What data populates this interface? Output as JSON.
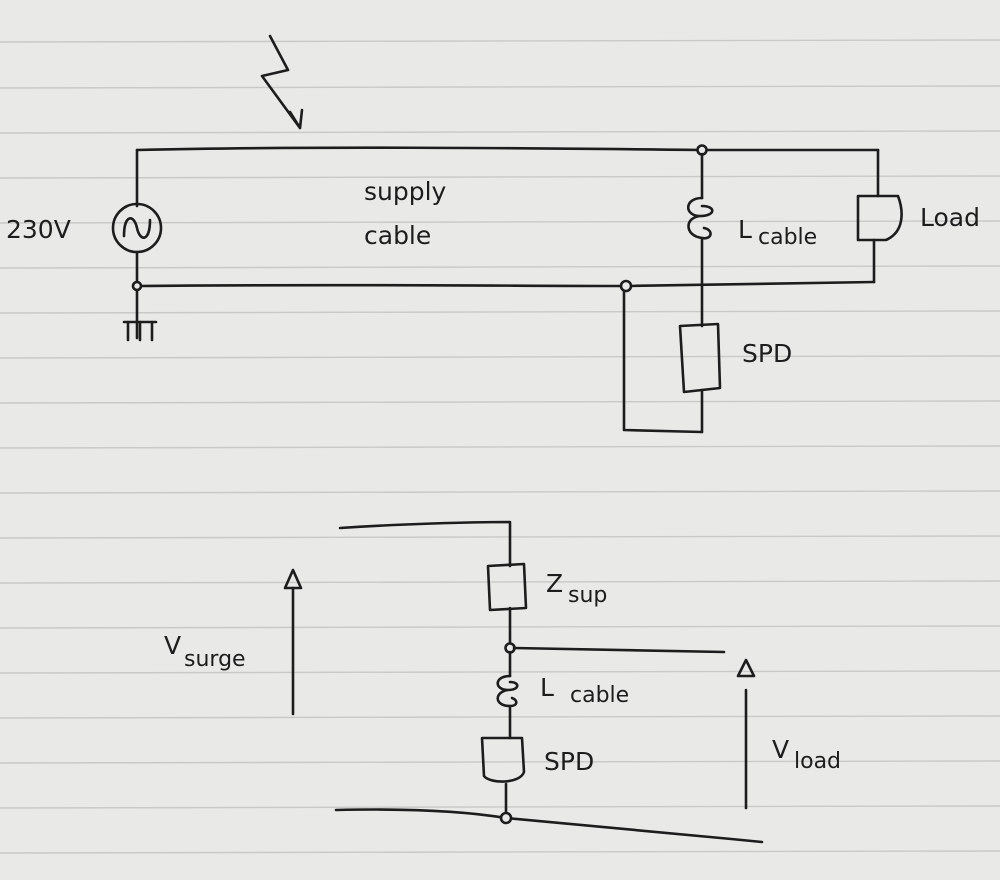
{
  "labels": {
    "source_voltage": "230V",
    "supply_cable_line1": "supply",
    "supply_cable_line2": "cable",
    "l_cable_top_L": "L",
    "l_cable_top_sub": "cable",
    "load": "Load",
    "spd_top": "SPD",
    "z_sup_Z": "Z",
    "z_sup_sub": "sup",
    "l_cable_bottom_L": "L",
    "l_cable_bottom_sub": "cable",
    "spd_bottom": "SPD",
    "v_surge_V": "V",
    "v_surge_sub": "surge",
    "v_load_V": "V",
    "v_load_sub": "load"
  },
  "colors": {
    "paper": "#e9e9e7",
    "ink": "#1d1d1d",
    "rule_lines": "#c9c9c7"
  }
}
